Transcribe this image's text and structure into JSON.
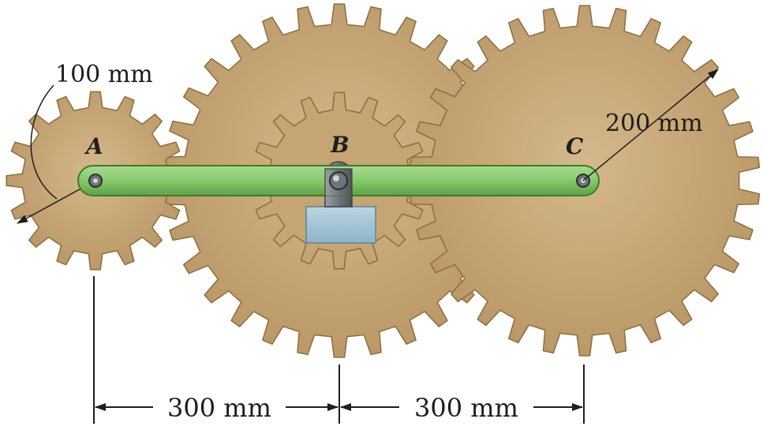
{
  "points": {
    "a": "A",
    "b": "B",
    "c": "C"
  },
  "dimensions": {
    "radius_a": "100 mm",
    "radius_c": "200 mm",
    "span_ab": "300 mm",
    "span_bc": "300 mm"
  },
  "colors": {
    "gear_fill": "#c7a878",
    "gear_stroke": "#8c6d40",
    "link_fill": "#84c76a",
    "link_stroke": "#3f7a2a",
    "support_base": "#9fc2d6",
    "pin_fill": "#6e7478",
    "line": "#1e1e1e"
  }
}
